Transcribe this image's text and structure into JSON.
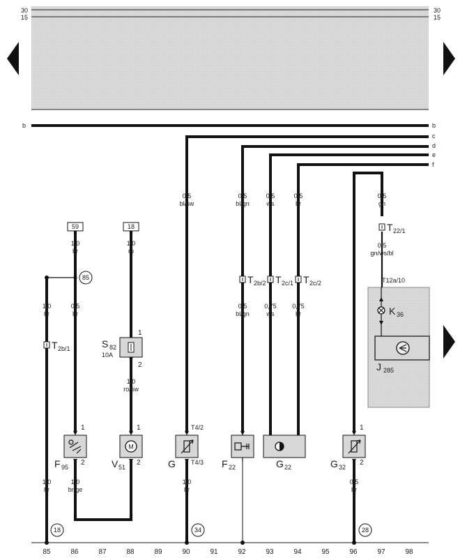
{
  "rails": {
    "r30": "30",
    "r15": "15"
  },
  "buses": {
    "b": "b",
    "c": "c",
    "d": "d",
    "e": "e",
    "f": "f"
  },
  "wires": {
    "w90_top": [
      "0,5",
      "bl/sw"
    ],
    "w92_top": [
      "0,5",
      "bl/gn"
    ],
    "w93_top": [
      "0,5",
      "ws"
    ],
    "w94_top": [
      "0,5",
      "br"
    ],
    "w97_top": [
      "0,5",
      "gn"
    ],
    "w97_mid": [
      "0,5",
      "gn/ws/bl"
    ],
    "w86_top": [
      "1,0",
      "br"
    ],
    "w86_mid": [
      "0,5",
      "br"
    ],
    "w85_mid": [
      "1,0",
      "br"
    ],
    "w88_top": [
      "1,0",
      "ro"
    ],
    "w88_mid": [
      "1,0",
      "ro/sw"
    ],
    "w92_mid": [
      "0,5",
      "bl/gn"
    ],
    "w93_mid": [
      "0,75",
      "ws"
    ],
    "w94_mid": [
      "0,75",
      "br"
    ],
    "w85_bot": [
      "1,0",
      "br"
    ],
    "w86_bot": [
      "1,0",
      "br/ge"
    ],
    "w90_bot": [
      "1,0",
      "br"
    ],
    "w96_bot": [
      "0,5",
      "br"
    ]
  },
  "boxes": {
    "b59": "59",
    "b18": "18"
  },
  "connectors": {
    "t2b1": {
      "main": "T",
      "sub": "2b/1"
    },
    "t2b2": {
      "main": "T",
      "sub": "2b/2"
    },
    "t2c1": {
      "main": "T",
      "sub": "2c/1"
    },
    "t2c2": {
      "main": "T",
      "sub": "2c/2"
    },
    "t221": {
      "main": "T",
      "sub": "22/1"
    },
    "t12a": "T12a/10",
    "t42": "T4/2",
    "t43": "T4/3"
  },
  "components": {
    "s82": {
      "main": "S",
      "sub": "82",
      "rating": "10A"
    },
    "k36": {
      "main": "K",
      "sub": "36"
    },
    "j285": {
      "main": "J",
      "sub": "285"
    },
    "f95": {
      "main": "F",
      "sub": "95"
    },
    "v51": {
      "main": "V",
      "sub": "51"
    },
    "g": {
      "main": "G",
      "sub": ""
    },
    "f22": {
      "main": "F",
      "sub": "22"
    },
    "g22": {
      "main": "G",
      "sub": "22"
    },
    "g32": {
      "main": "G",
      "sub": "32"
    }
  },
  "pins": {
    "p1": "1",
    "p2": "2"
  },
  "circles": {
    "c85": "85",
    "c18": "18",
    "c34": "34",
    "c28": "28"
  },
  "track_numbers": [
    "85",
    "86",
    "87",
    "88",
    "89",
    "90",
    "91",
    "92",
    "93",
    "94",
    "95",
    "96",
    "97",
    "98"
  ]
}
